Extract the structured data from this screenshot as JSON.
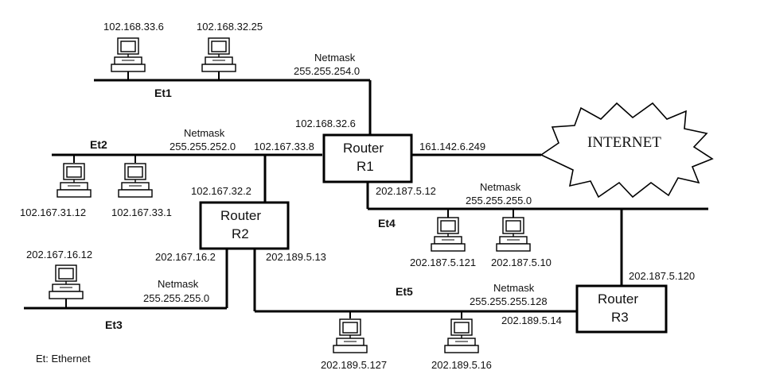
{
  "internet": {
    "label": "INTERNET"
  },
  "routers": {
    "r1": {
      "line1": "Router",
      "line2": "R1"
    },
    "r2": {
      "line1": "Router",
      "line2": "R2"
    },
    "r3": {
      "line1": "Router",
      "line2": "R3"
    }
  },
  "segments": {
    "et1": "Et1",
    "et2": "Et2",
    "et3": "Et3",
    "et4": "Et4",
    "et5": "Et5"
  },
  "netmasks": {
    "et1": {
      "title": "Netmask",
      "value": "255.255.254.0"
    },
    "et2": {
      "title": "Netmask",
      "value": "255.255.252.0"
    },
    "et3": {
      "title": "Netmask",
      "value": "255.255.255.0"
    },
    "et4": {
      "title": "Netmask",
      "value": "255.255.255.0"
    },
    "et5": {
      "title": "Netmask",
      "value": "255.255.255.128"
    }
  },
  "interfaces": {
    "r1_et1": "102.168.32.6",
    "r1_internet": "161.142.6.249",
    "r1_et2": "102.167.33.8",
    "r1_et4": "202.187.5.12",
    "r2_et2": "102.167.32.2",
    "r2_et3": "202.167.16.2",
    "r2_et5": "202.189.5.13",
    "r3_et4": "202.187.5.120",
    "r3_et5": "202.189.5.14"
  },
  "hosts": {
    "et1_a": "102.168.33.6",
    "et1_b": "102.168.32.25",
    "et2_a": "102.167.31.12",
    "et2_b": "102.167.33.1",
    "et3_a": "202.167.16.12",
    "et4_a": "202.187.5.121",
    "et4_b": "202.187.5.10",
    "et5_a": "202.189.5.127",
    "et5_b": "202.189.5.16"
  },
  "legend": "Et: Ethernet"
}
